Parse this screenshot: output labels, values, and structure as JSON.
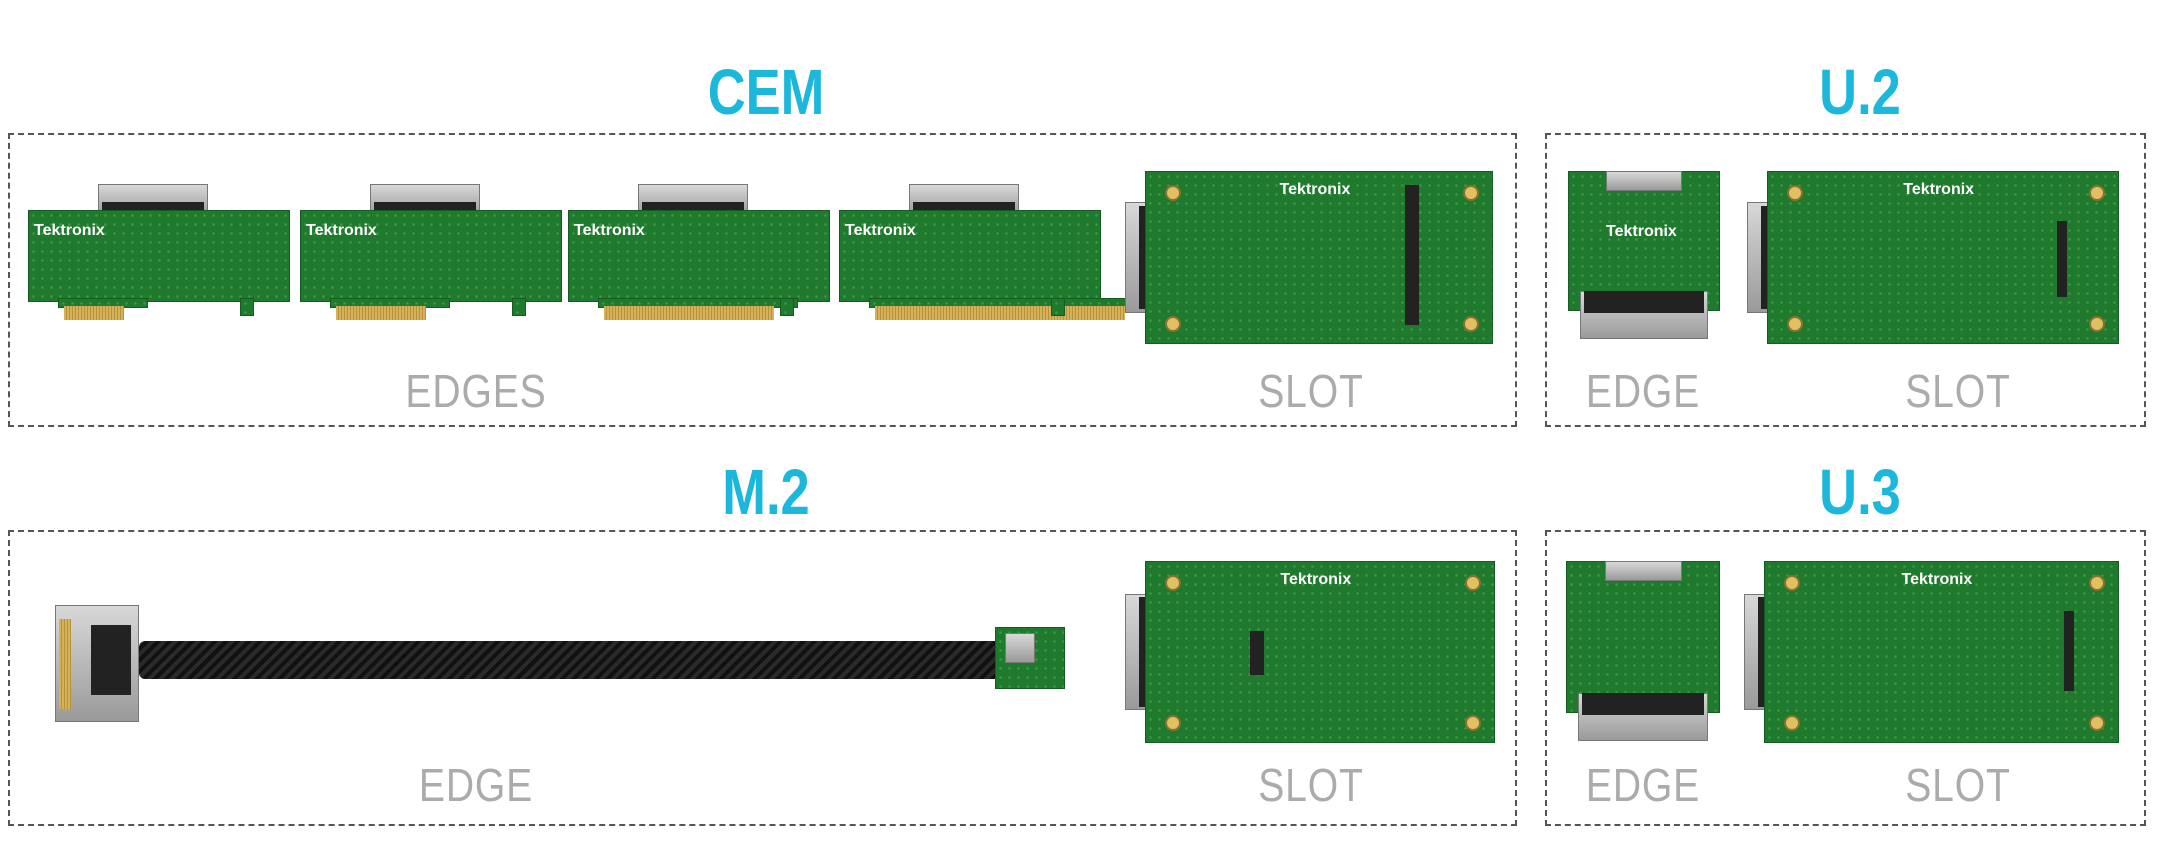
{
  "sections": [
    {
      "id": "cem",
      "title": "CEM",
      "labels": [
        "EDGES",
        "SLOT"
      ]
    },
    {
      "id": "u2",
      "title": "U.2",
      "labels": [
        "EDGE",
        "SLOT"
      ]
    },
    {
      "id": "m2",
      "title": "M.2",
      "labels": [
        "EDGE",
        "SLOT"
      ]
    },
    {
      "id": "u3",
      "title": "U.3",
      "labels": [
        "EDGE",
        "SLOT"
      ]
    }
  ],
  "board_logo": "Tektronix",
  "colors": {
    "title": "#1bb8dc",
    "label": "#ababab",
    "pcb": "#1f7a2e"
  }
}
